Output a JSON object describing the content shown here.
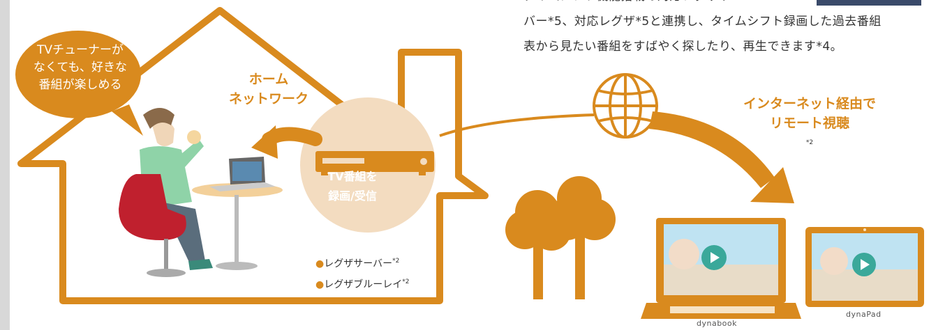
{
  "description": {
    "line1": "タイムシフト機能搭載の対応レグザサー",
    "line2": "バー*5、対応レグザ*5と連携し、タイムシフト録画した過去番組",
    "line3": "表から見たい番組をすばやく探したり、再生できます*4。"
  },
  "bubble": {
    "line1": "TVチューナーが",
    "line2": "なくても、好きな",
    "line3": "番組が楽しめる"
  },
  "home_network": {
    "line1": "ホーム",
    "line2": "ネットワーク"
  },
  "recorder": {
    "line1": "TV番組を",
    "line2": "録画/受信"
  },
  "devices": [
    {
      "label": "レグザサーバー",
      "note": "*2"
    },
    {
      "label": "レグザブルーレイ",
      "note": "*2"
    }
  ],
  "internet": {
    "line1": "インターネット経由で",
    "line2": "リモート視聴",
    "note": "*2"
  },
  "laptop_label": "dynabook",
  "tablet_label": "dynaPad",
  "colors": {
    "accent": "#d98a1e",
    "house_outline": "#d98a1e",
    "recorder_circle": "#f3dcc0",
    "chair": "#c0202e",
    "screen_sky": "#bfe3f2"
  }
}
